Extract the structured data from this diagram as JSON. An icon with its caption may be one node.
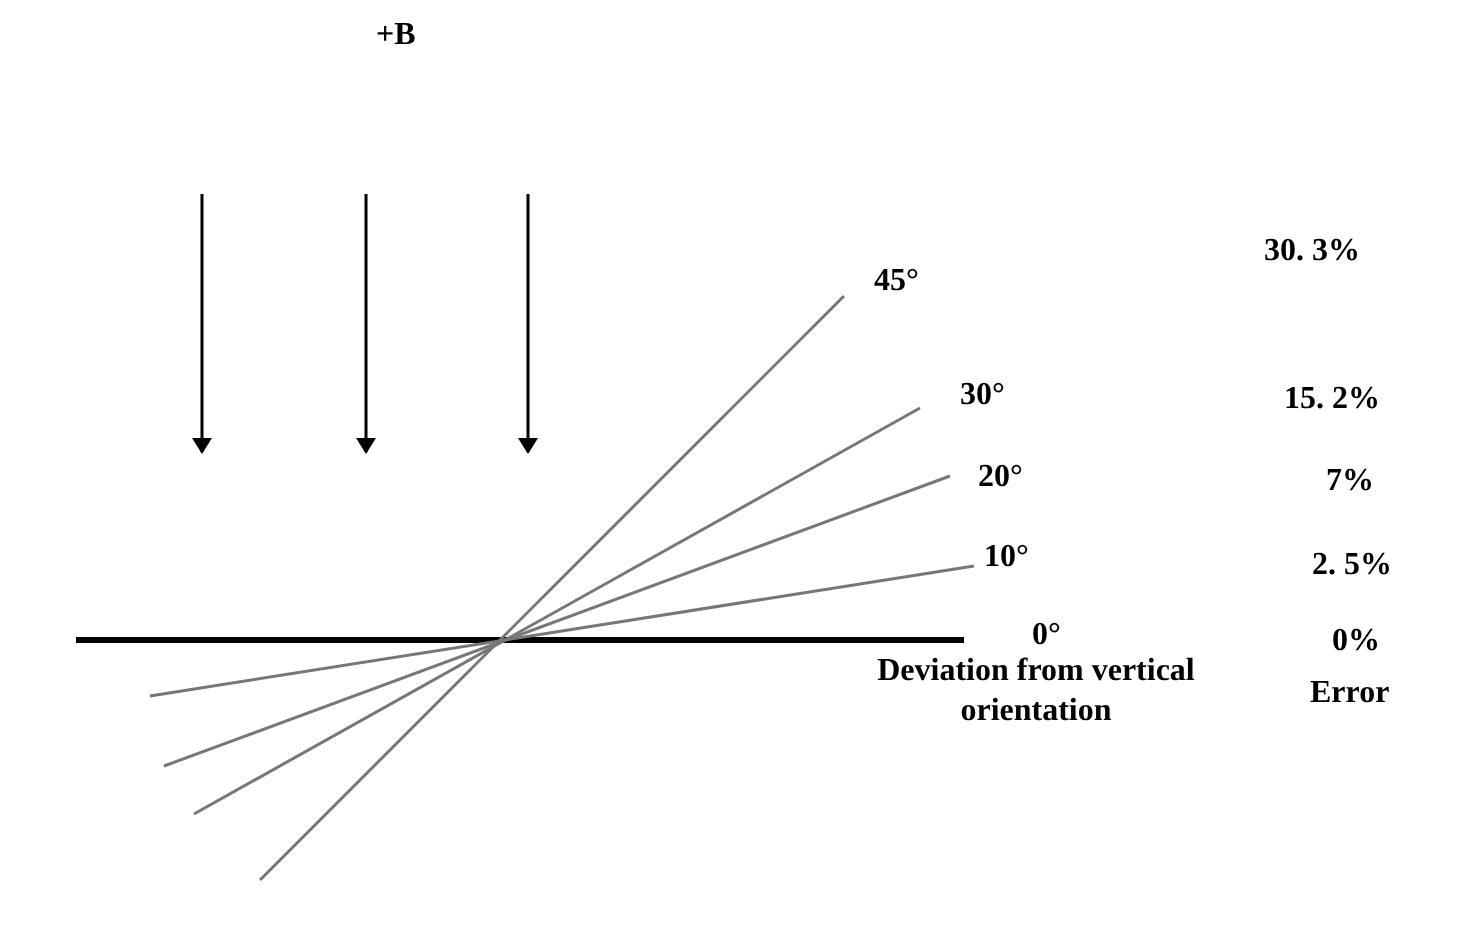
{
  "diagram": {
    "labels": [
      "+B",
      "30. 3%",
      "45°",
      "30°",
      "15. 2%",
      "20°",
      "7%",
      "10°",
      "2. 5%",
      "0°",
      "0%",
      "Deviation from vertical orientation",
      "Error"
    ]
  }
}
